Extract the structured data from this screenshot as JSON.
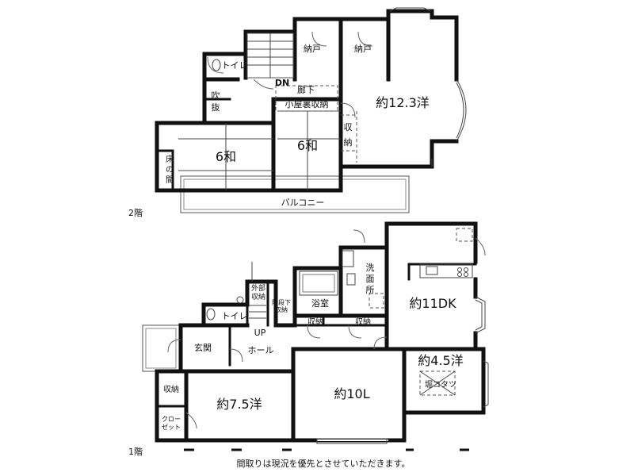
{
  "floor2": {
    "level_label": "2階",
    "rooms": {
      "nando_left": "納戸",
      "nando_right": "納戸",
      "toilet": "トイレ",
      "dn": "DN",
      "rouka": "廊下",
      "fukinuke_1": "吹",
      "fukinuke_2": "抜",
      "koyaura": "小屋裏収納",
      "western": "約12.3洋",
      "shuno_1": "収",
      "shuno_2": "納",
      "tokonoma_1": "床",
      "tokonoma_2": "の",
      "tokonoma_3": "間",
      "washitsu_left": "6和",
      "washitsu_right": "6和",
      "balcony": "バルコニー"
    }
  },
  "floor1": {
    "level_label": "1階",
    "rooms": {
      "senmenjo_1": "洗",
      "senmenjo_2": "面",
      "senmenjo_3": "所",
      "dk": "約11DK",
      "gaibu_1": "外部",
      "gaibu_2": "収納",
      "kaidanshita_1": "階段下",
      "kaidanshita_2": "収納",
      "yokushitsu": "浴室",
      "toilet": "トイレ",
      "up": "UP",
      "shuno_a": "収納",
      "shuno_b": "収納",
      "genkan": "玄関",
      "hall": "ホール",
      "japanese": "約4.5洋",
      "horikotatsu": "堀コタツ",
      "shuno_c": "収納",
      "western": "約7.5洋",
      "living": "約10L",
      "closet_1": "クロー",
      "closet_2": "ゼット"
    }
  },
  "footer_note": "間取りは現況を優先とさせていただきます。"
}
